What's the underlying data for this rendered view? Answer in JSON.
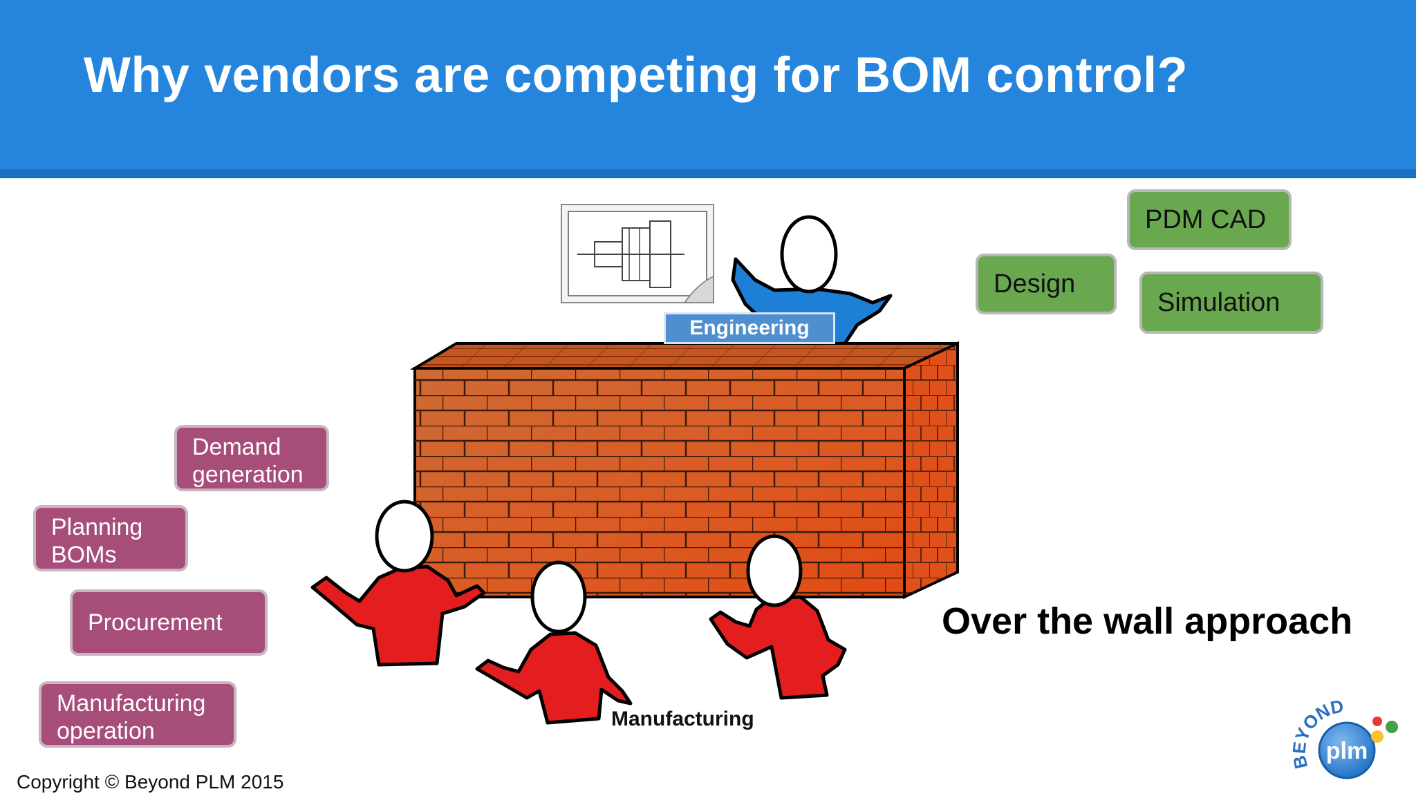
{
  "slide": {
    "title": "Why vendors are competing for BOM control?",
    "caption": "Over the wall approach",
    "copyright": "Copyright © Beyond PLM 2015"
  },
  "illustration": {
    "engineering_label": "Engineering",
    "manufacturing_label": "Manufacturing"
  },
  "engineering_tags": [
    {
      "label": "PDM CAD"
    },
    {
      "label": "Design"
    },
    {
      "label": "Simulation"
    }
  ],
  "manufacturing_tags": [
    {
      "line1": "Demand",
      "line2": "generation"
    },
    {
      "line1": "Planning",
      "line2": "BOMs"
    },
    {
      "line1": "Procurement",
      "line2": ""
    },
    {
      "line1": "Manufacturing",
      "line2": "operation"
    }
  ],
  "logo": {
    "arc_text": "BEYOND",
    "mark_text": "plm"
  },
  "colors": {
    "header": "#2585dd",
    "engineering_tag": "#6aa84f",
    "manufacturing_tag": "#a64d79",
    "engineer_shirt": "#1e7fd6",
    "manufacturer_shirt": "#e41e1e",
    "brick": "#d9622a"
  }
}
